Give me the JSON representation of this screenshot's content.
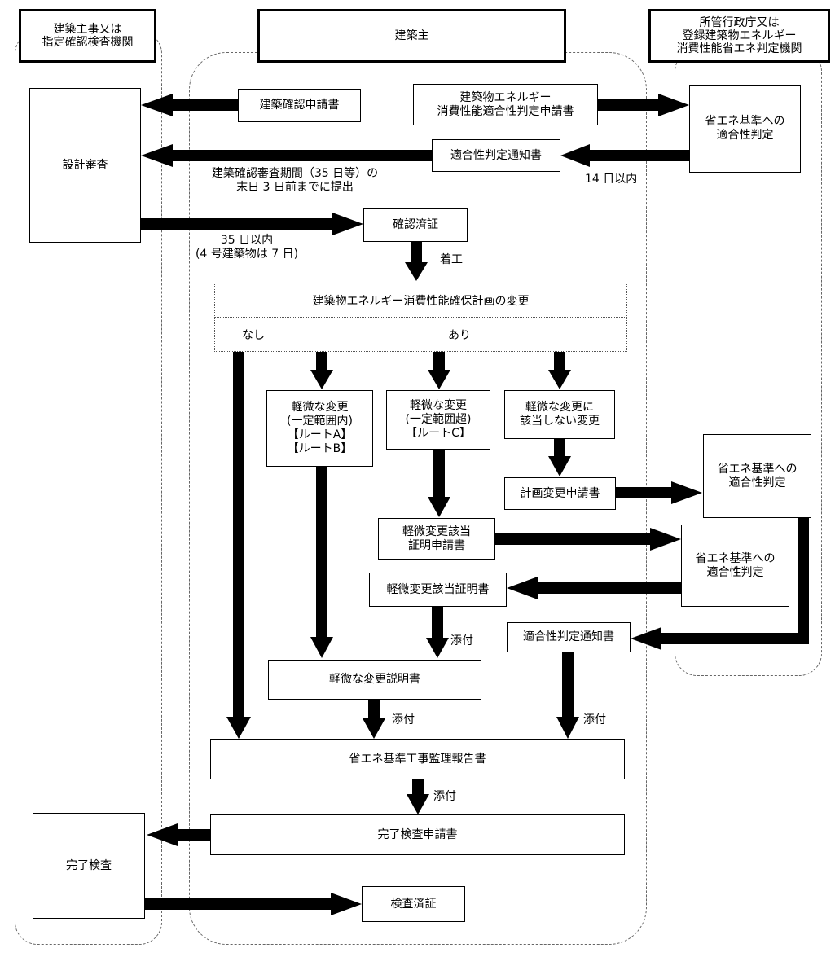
{
  "headers": {
    "left": "建築主事又は\n指定確認検査機関",
    "center": "建築主",
    "right": "所管行政庁又は\n登録建築物エネルギー\n消費性能省エネ判定機関"
  },
  "boxes": {
    "design_review": "設計審査",
    "application": "建築確認申請書",
    "energy_application": "建築物エネルギー\n消費性能適合性判定申請書",
    "conformity_judgment_1": "省エネ基準への\n適合性判定",
    "conformity_notice_1": "適合性判定通知書",
    "confirmation_cert": "確認済証",
    "minor_within": "軽微な変更\n(一定範囲内)\n【ルートA】\n【ルートB】",
    "minor_exceed": "軽微な変更\n(一定範囲超)\n【ルートC】",
    "not_minor": "軽微な変更に\n該当しない変更",
    "plan_change_application": "計画変更申請書",
    "conformity_judgment_2": "省エネ基準への\n適合性判定",
    "minor_cert_application": "軽微変更該当\n証明申請書",
    "conformity_judgment_3": "省エネ基準への\n適合性判定",
    "minor_cert": "軽微変更該当証明書",
    "conformity_notice_2": "適合性判定通知書",
    "minor_explanation": "軽微な変更説明書",
    "supervision_report": "省エネ基準工事監理報告書",
    "completion_inspection": "完了検査",
    "completion_application": "完了検査申請書",
    "inspection_cert": "検査済証"
  },
  "table": {
    "title": "建築物エネルギー消費性能確保計画の変更",
    "none": "なし",
    "exists": "あり"
  },
  "labels": {
    "deadline": "建築確認審査期間（35 日等）の\n末日 3 日前までに提出",
    "within14": "14 日以内",
    "within35": "35 日以内\n(4 号建築物は 7 日)",
    "start": "着工",
    "attach1": "添付",
    "attach2": "添付",
    "attach3": "添付",
    "attach4": "添付"
  }
}
